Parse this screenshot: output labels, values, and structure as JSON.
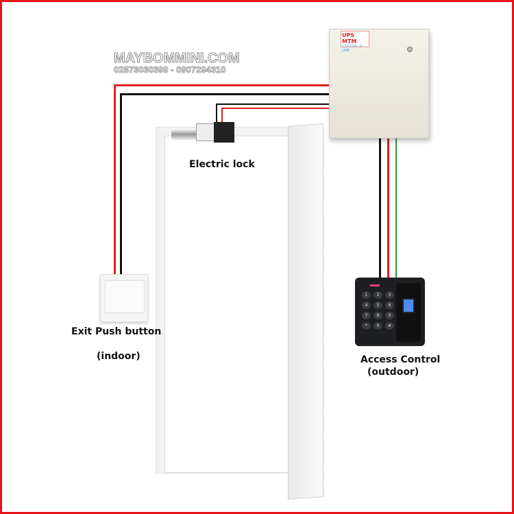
{
  "watermark": {
    "site": "MAYBOMMINI.COM",
    "phones": "02873030399 - 0907294310"
  },
  "power_supply": {
    "brand": "UPS",
    "brand_mark": "MTM",
    "spec": "12V 10A - 9 LINE"
  },
  "labels": {
    "electric_lock": "Electric lock",
    "exit_button": "Exit Push button",
    "exit_location": "(indoor)",
    "access_control": "Access Control",
    "access_location": "(outdoor)"
  },
  "keypad": [
    "1",
    "2",
    "3",
    "4",
    "5",
    "6",
    "7",
    "8",
    "9",
    "*",
    "0",
    "#"
  ],
  "colors": {
    "border": "#e8141a",
    "wire_red": "#e41e1e",
    "wire_black": "#111111",
    "wire_green": "#2a9a3a"
  }
}
